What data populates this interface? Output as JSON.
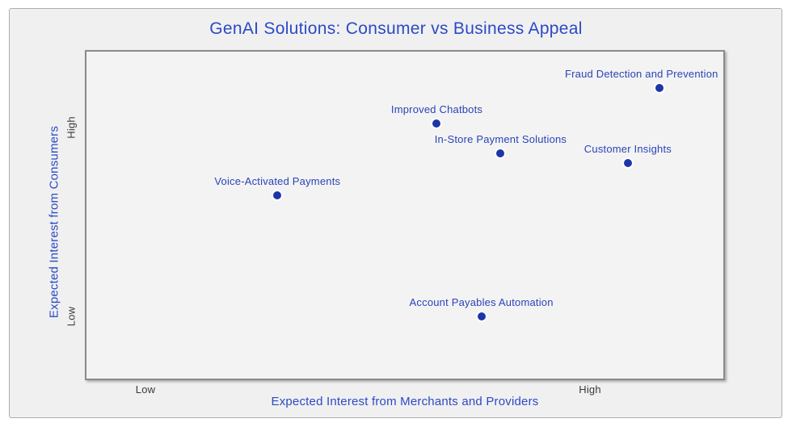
{
  "chart": {
    "title": "GenAI Solutions: Consumer vs Business Appeal",
    "x_axis_title": "Expected Interest from Merchants and Providers",
    "y_axis_title": "Expected Interest from Consumers"
  },
  "chart_data": {
    "type": "scatter",
    "title": "GenAI Solutions: Consumer vs Business Appeal",
    "xlabel": "Expected Interest from Merchants and Providers",
    "ylabel": "Expected Interest from Consumers",
    "x_range_qualitative": [
      "Low",
      "High"
    ],
    "y_range_qualitative": [
      "Low",
      "High"
    ],
    "xlim": [
      0,
      1
    ],
    "ylim": [
      0,
      1
    ],
    "grid": false,
    "legend": false,
    "x_ticks": [
      {
        "label": "Low",
        "pos": 0.095
      },
      {
        "label": "High",
        "pos": 0.789
      }
    ],
    "y_ticks": [
      {
        "label": "High",
        "pos": 0.765
      },
      {
        "label": "Low",
        "pos": 0.193
      }
    ],
    "points": [
      {
        "label": "Fraud Detection and Prevention",
        "x": 0.9,
        "y": 0.89
      },
      {
        "label": "Improved Chatbots",
        "x": 0.55,
        "y": 0.78
      },
      {
        "label": "In-Store Payment Solutions",
        "x": 0.65,
        "y": 0.69
      },
      {
        "label": "Customer Insights",
        "x": 0.85,
        "y": 0.66
      },
      {
        "label": "Voice-Activated Payments",
        "x": 0.3,
        "y": 0.56
      },
      {
        "label": "Account Payables Automation",
        "x": 0.62,
        "y": 0.19
      }
    ],
    "colors": {
      "dot": "#1e35a8",
      "point_label": "#2a44b5",
      "title": "#2b4ac4",
      "axis_title": "#2b4ac4",
      "tick_label": "#3b3b3b",
      "plot_background": "#f3f3f4",
      "chart_background": "#f0f0f1",
      "plot_border": "#8b8b8b"
    }
  }
}
